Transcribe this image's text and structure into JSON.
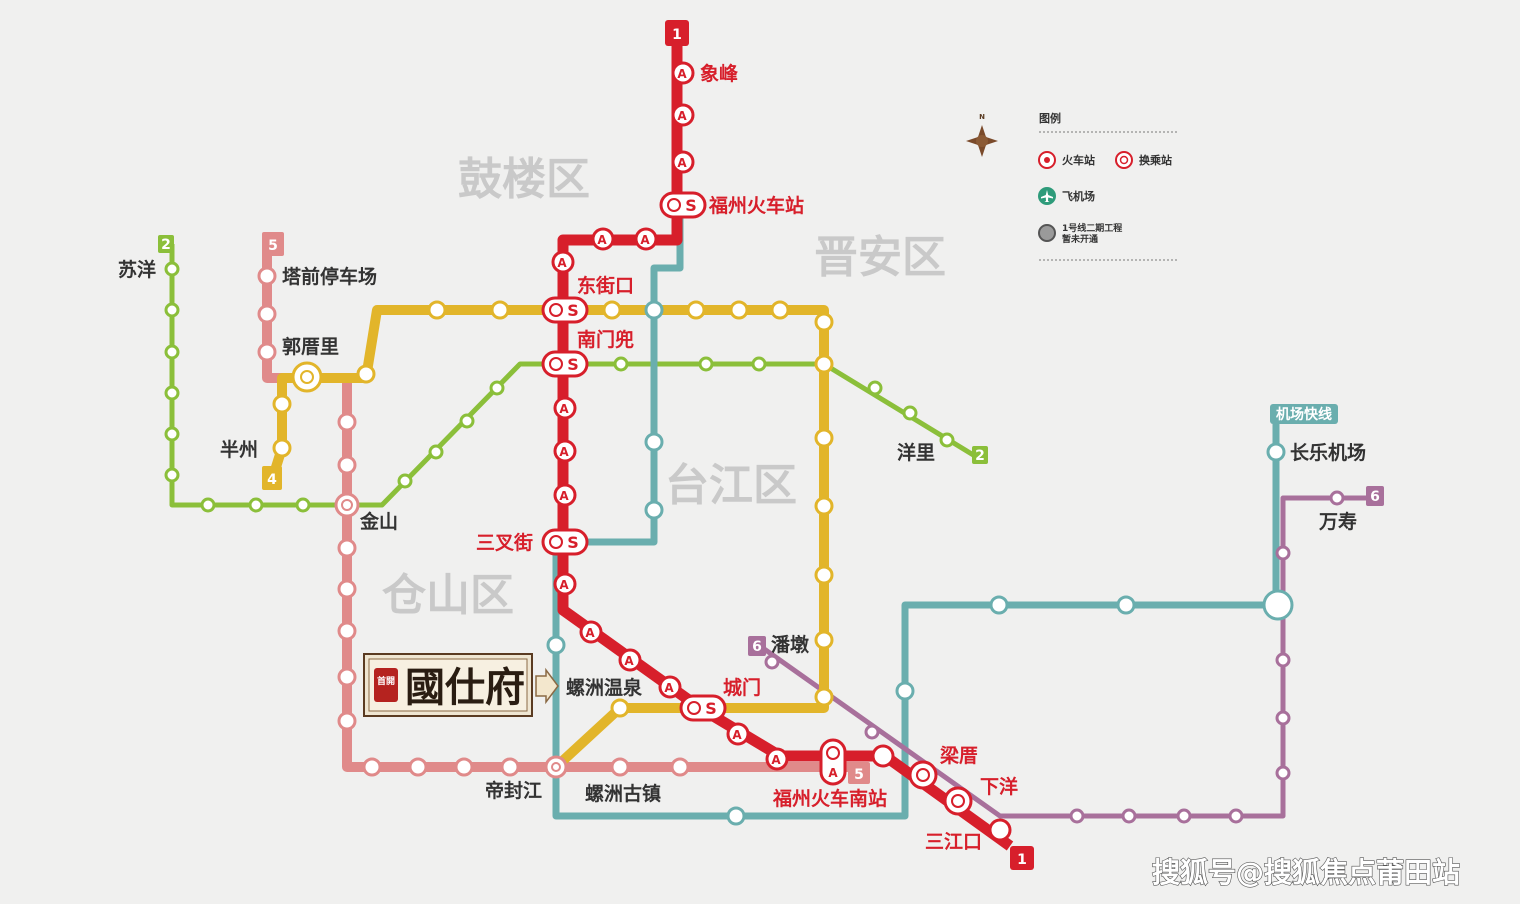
{
  "districts": {
    "gulou": "鼓楼区",
    "jinan": "晋安区",
    "taijiang": "台江区",
    "cangshan": "仓山区"
  },
  "line_tags": {
    "l1_top": "1",
    "l1_bottom": "1",
    "l2_top": "2",
    "l2_right": "2",
    "l4": "4",
    "l5_top": "5",
    "l5_right": "5",
    "l6_left": "6",
    "l6_right": "6",
    "airport_express": "机场快线"
  },
  "stations": {
    "xiangfeng": "象峰",
    "fuzhou_station": "福州火车站",
    "dongjiekou": "东街口",
    "nanmendou": "南门兜",
    "sanchajie": "三叉街",
    "chengmen": "城门",
    "fuzhou_south": "福州火车南站",
    "liangcuo": "梁厝",
    "xiayang": "下洋",
    "sanjiangkou": "三江口",
    "suyang": "苏洋",
    "taqian": "塔前停车场",
    "guocuoli": "郭厝里",
    "banzhou": "半州",
    "jinshan": "金山",
    "yangli": "洋里",
    "changle_airport": "长乐机场",
    "wanshou": "万寿",
    "pandun": "潘墩",
    "luozhou_hot_spring": "螺洲温泉",
    "difengjiang": "帝封江",
    "luozhou_town": "螺洲古镇"
  },
  "banner": {
    "badge": "首開",
    "name": "國仕府"
  },
  "legend": {
    "title": "图例",
    "north": "N",
    "train": "火车站",
    "transfer": "换乘站",
    "airport": "飞机场",
    "phase2_line1": "1号线二期工程",
    "phase2_line2": "暂未开通"
  },
  "glyphs": {
    "transfer_s": "S",
    "a_plus": "A"
  },
  "colors": {
    "line1": "#d71f2b",
    "line2": "#8bbf3a",
    "line4": "#e2b52a",
    "line5": "#e08a8a",
    "line6": "#a8709b",
    "airport_express": "#6aaeae",
    "background": "#f0f0ef"
  },
  "watermark": "搜狐号@搜狐焦点莆田站"
}
